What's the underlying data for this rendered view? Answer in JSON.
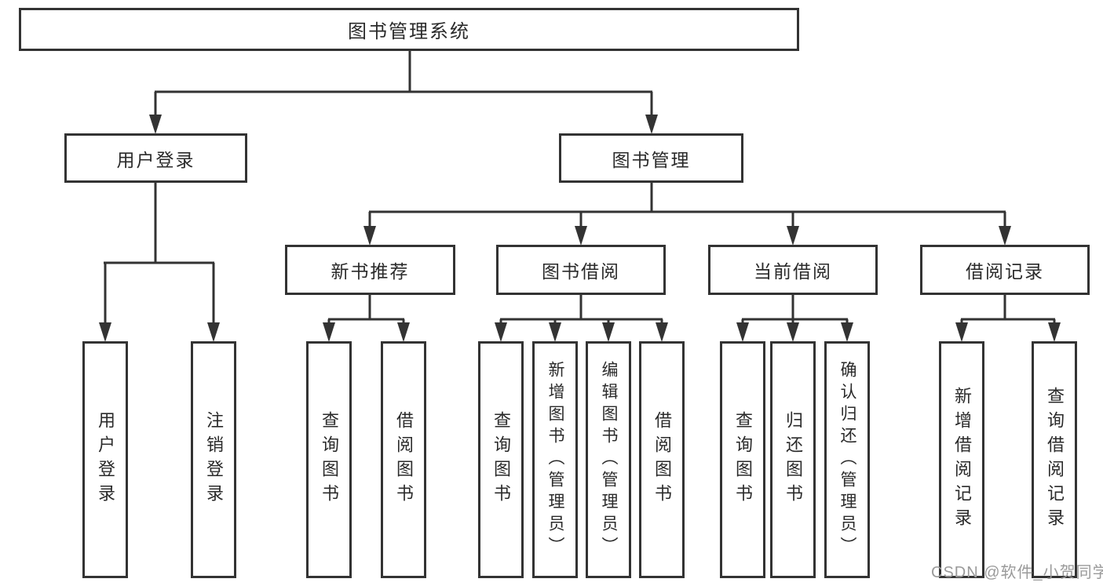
{
  "diagram_title": "图书管理系统",
  "nodes": {
    "root": "图书管理系统",
    "user_login": "用户登录",
    "book_mgmt": "图书管理",
    "new_book_rec": "新书推荐",
    "book_borrow": "图书借阅",
    "current_borrow": "当前借阅",
    "borrow_record": "借阅记录",
    "col_user_login": "用户登录",
    "col_logout": "注销登录",
    "col_query_book_1": "查询图书",
    "col_borrow_book_1": "借阅图书",
    "col_query_book_2": "查询图书",
    "col_add_book": "新增图书（管理员）",
    "col_edit_book": "编辑图书（管理员）",
    "col_borrow_book_2": "借阅图书",
    "col_query_book_3": "查询图书",
    "col_return_book": "归还图书",
    "col_confirm_return": "确认归还（管理员）",
    "col_add_record": "新增借阅记录",
    "col_query_record": "查询借阅记录"
  },
  "watermark": "CSDN @软件_小贺同学",
  "colors": {
    "line": "#333333",
    "border": "#333333",
    "text": "#2a2a2a",
    "watermark": "#9a9a9a",
    "background": "#ffffff"
  }
}
